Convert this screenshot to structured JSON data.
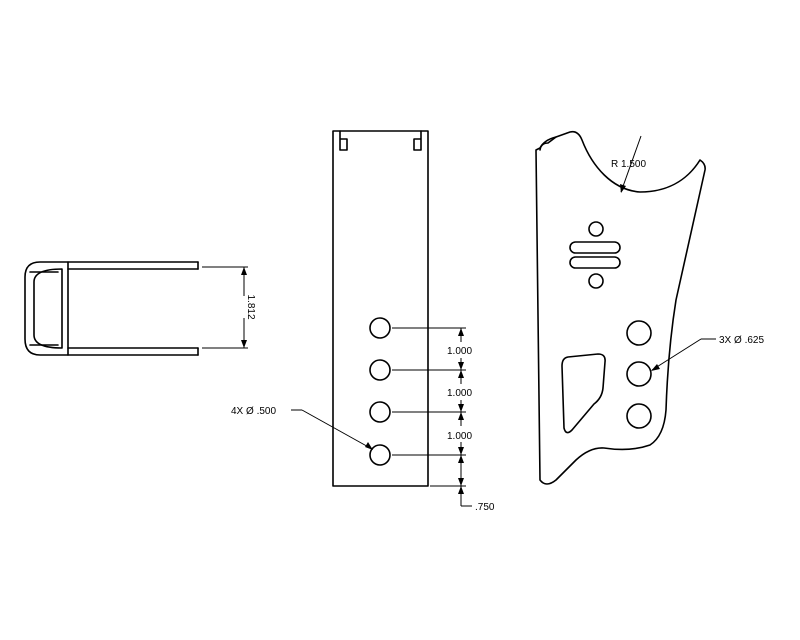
{
  "drawing": {
    "side_view": {
      "height_dim": "1.812"
    },
    "front_view": {
      "spacing_dim_1": "1.000",
      "spacing_dim_2": "1.000",
      "spacing_dim_3": "1.000",
      "bottom_offset_dim": ".750",
      "hole_callout": "4X  Ø .500"
    },
    "profile_view": {
      "radius_callout": "R 1.500",
      "hole_callout": "3X  Ø .625"
    }
  }
}
